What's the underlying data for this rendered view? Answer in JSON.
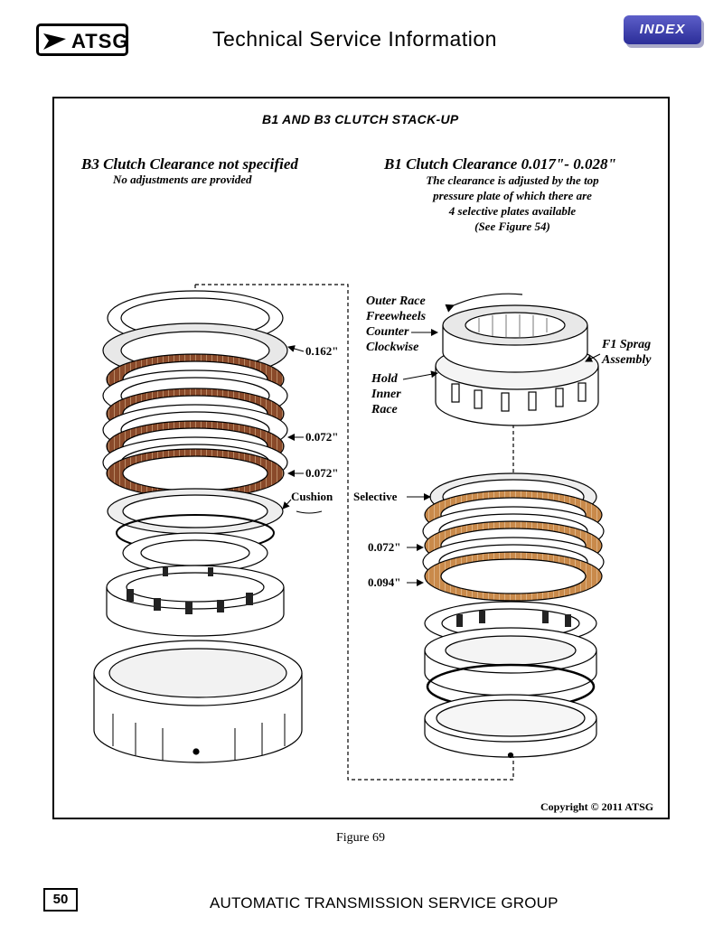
{
  "header": {
    "logo_text": "ATSG",
    "title": "Technical Service Information",
    "index_button": "INDEX"
  },
  "figure": {
    "box_title": "B1 AND B3 CLUTCH STACK-UP",
    "left_column": {
      "heading": "B3 Clutch Clearance not specified",
      "subtext": "No adjustments are provided",
      "labels": {
        "thickness_top": "0.162\"",
        "thickness_mid": "0.072\"",
        "thickness_low": "0.072\"",
        "cushion": "Cushion"
      }
    },
    "right_column": {
      "heading": "B1 Clutch Clearance 0.017\"- 0.028\"",
      "subtext_lines": [
        "The clearance is adjusted by the top",
        "pressure plate of which there are",
        "4  selective plates available",
        "(See Figure 54)"
      ],
      "sprag_labels": {
        "outer_race": [
          "Outer Race",
          "Freewheels",
          "Counter",
          "Clockwise"
        ],
        "hold_inner_race": [
          "Hold",
          "Inner",
          "Race"
        ],
        "f1_sprag": [
          "F1 Sprag",
          "Assembly"
        ]
      },
      "labels": {
        "selective": "Selective",
        "thickness_a": "0.072\"",
        "thickness_b": "0.094\""
      }
    },
    "copyright": "Copyright © 2011 ATSG",
    "caption": "Figure 69"
  },
  "footer": {
    "page_number": "50",
    "text": "AUTOMATIC TRANSMISSION SERVICE GROUP"
  },
  "colors": {
    "friction": "#8a4a2a",
    "friction_light": "#c98a4b",
    "index_button": "#3b3db0"
  }
}
